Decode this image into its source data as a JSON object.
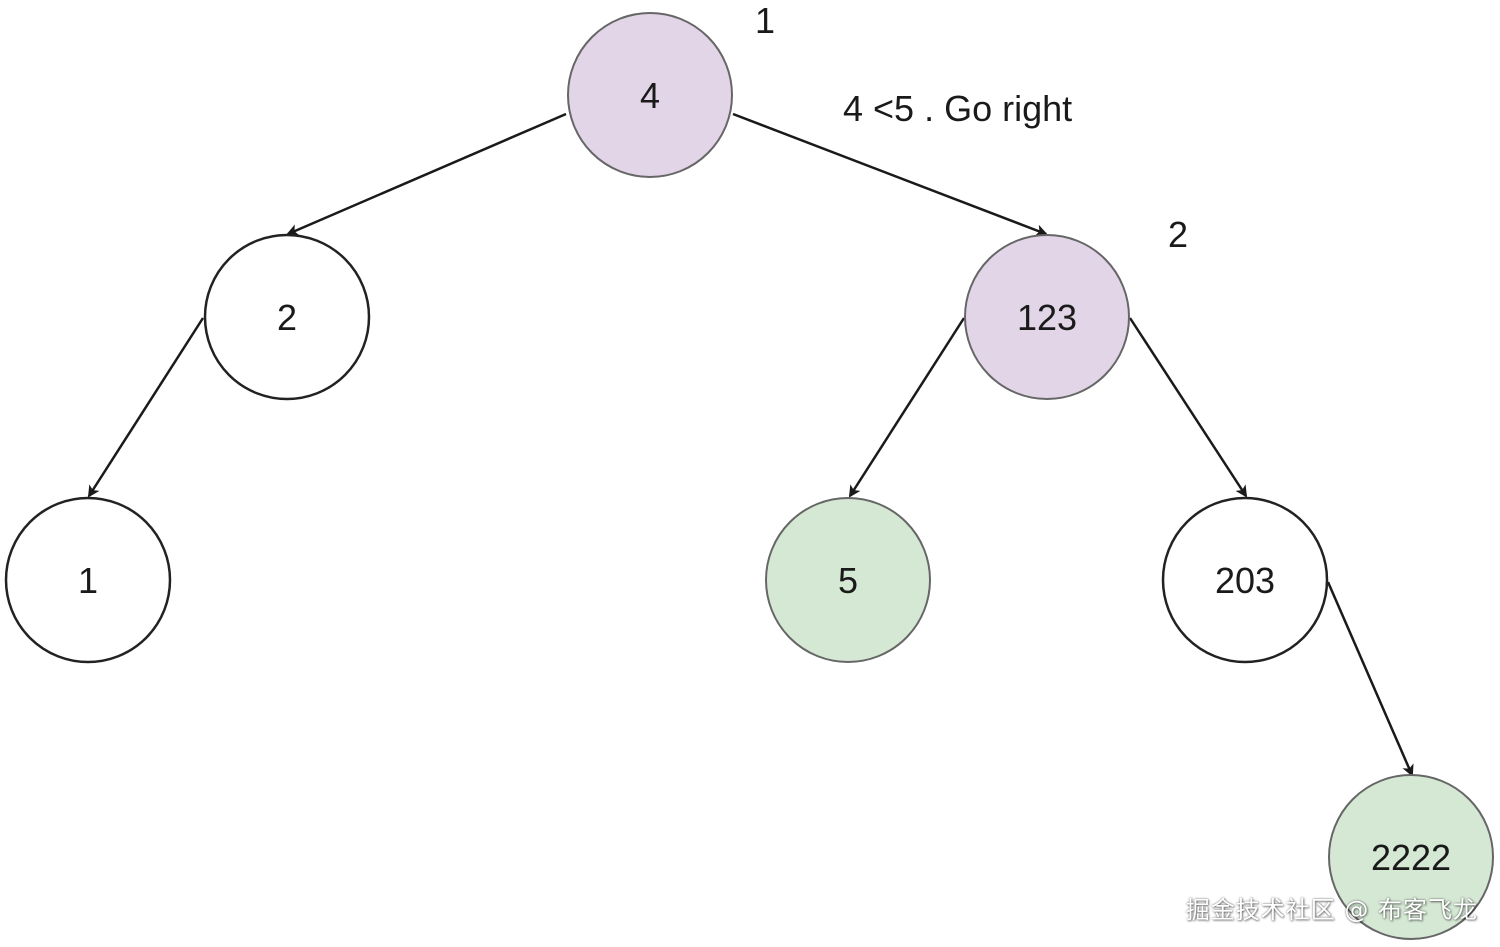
{
  "colors": {
    "visited": "#e1d5e7",
    "found": "#d5e8d4",
    "normal": "#ffffff",
    "stroke": "#222222",
    "edge": "#1a1a1a"
  },
  "nodes": [
    {
      "id": "n4",
      "label": "4",
      "state": "visited"
    },
    {
      "id": "n2",
      "label": "2",
      "state": "normal"
    },
    {
      "id": "n123",
      "label": "123",
      "state": "visited"
    },
    {
      "id": "n1",
      "label": "1",
      "state": "normal"
    },
    {
      "id": "n5",
      "label": "5",
      "state": "found"
    },
    {
      "id": "n203",
      "label": "203",
      "state": "normal"
    },
    {
      "id": "n2222",
      "label": "2222",
      "state": "found"
    }
  ],
  "edges": [
    {
      "from": "n4",
      "to": "n2"
    },
    {
      "from": "n4",
      "to": "n123"
    },
    {
      "from": "n2",
      "to": "n1"
    },
    {
      "from": "n123",
      "to": "n5"
    },
    {
      "from": "n123",
      "to": "n203"
    },
    {
      "from": "n203",
      "to": "n2222"
    }
  ],
  "annotations": {
    "step_1": "1",
    "step_2": "2",
    "compare": "4 <5 . Go right"
  },
  "watermark": "掘金技术社区 @ 布客飞龙"
}
